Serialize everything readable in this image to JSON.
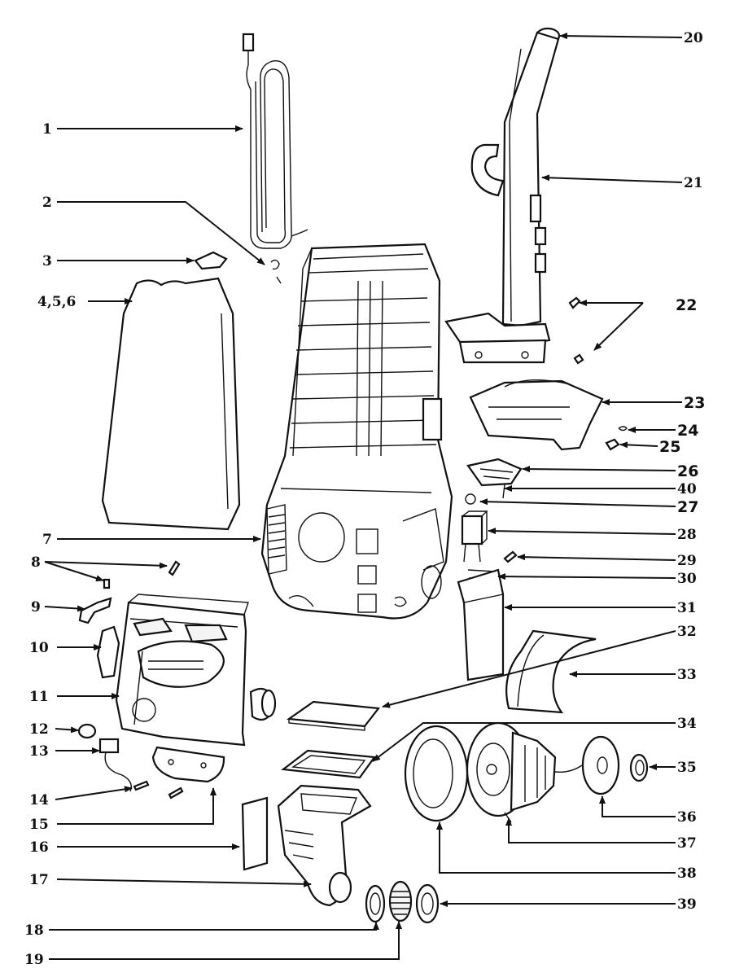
{
  "callouts": {
    "c1": "1",
    "c2": "2",
    "c3": "3",
    "c4": "4,5,6",
    "c7": "7",
    "c8": "8",
    "c9": "9",
    "c10": "10",
    "c11": "11",
    "c12": "12",
    "c13": "13",
    "c14": "14",
    "c15": "15",
    "c16": "16",
    "c17": "17",
    "c18": "18",
    "c19": "19",
    "c20": "20",
    "c21": "21",
    "c22": "22",
    "c23": "23",
    "c24": "24",
    "c25": "25",
    "c26": "26",
    "c27": "27",
    "c28": "28",
    "c29": "29",
    "c30": "30",
    "c31": "31",
    "c32": "32",
    "c33": "33",
    "c34": "34",
    "c35": "35",
    "c36": "36",
    "c37": "37",
    "c38": "38",
    "c39": "39",
    "c40": "40"
  }
}
